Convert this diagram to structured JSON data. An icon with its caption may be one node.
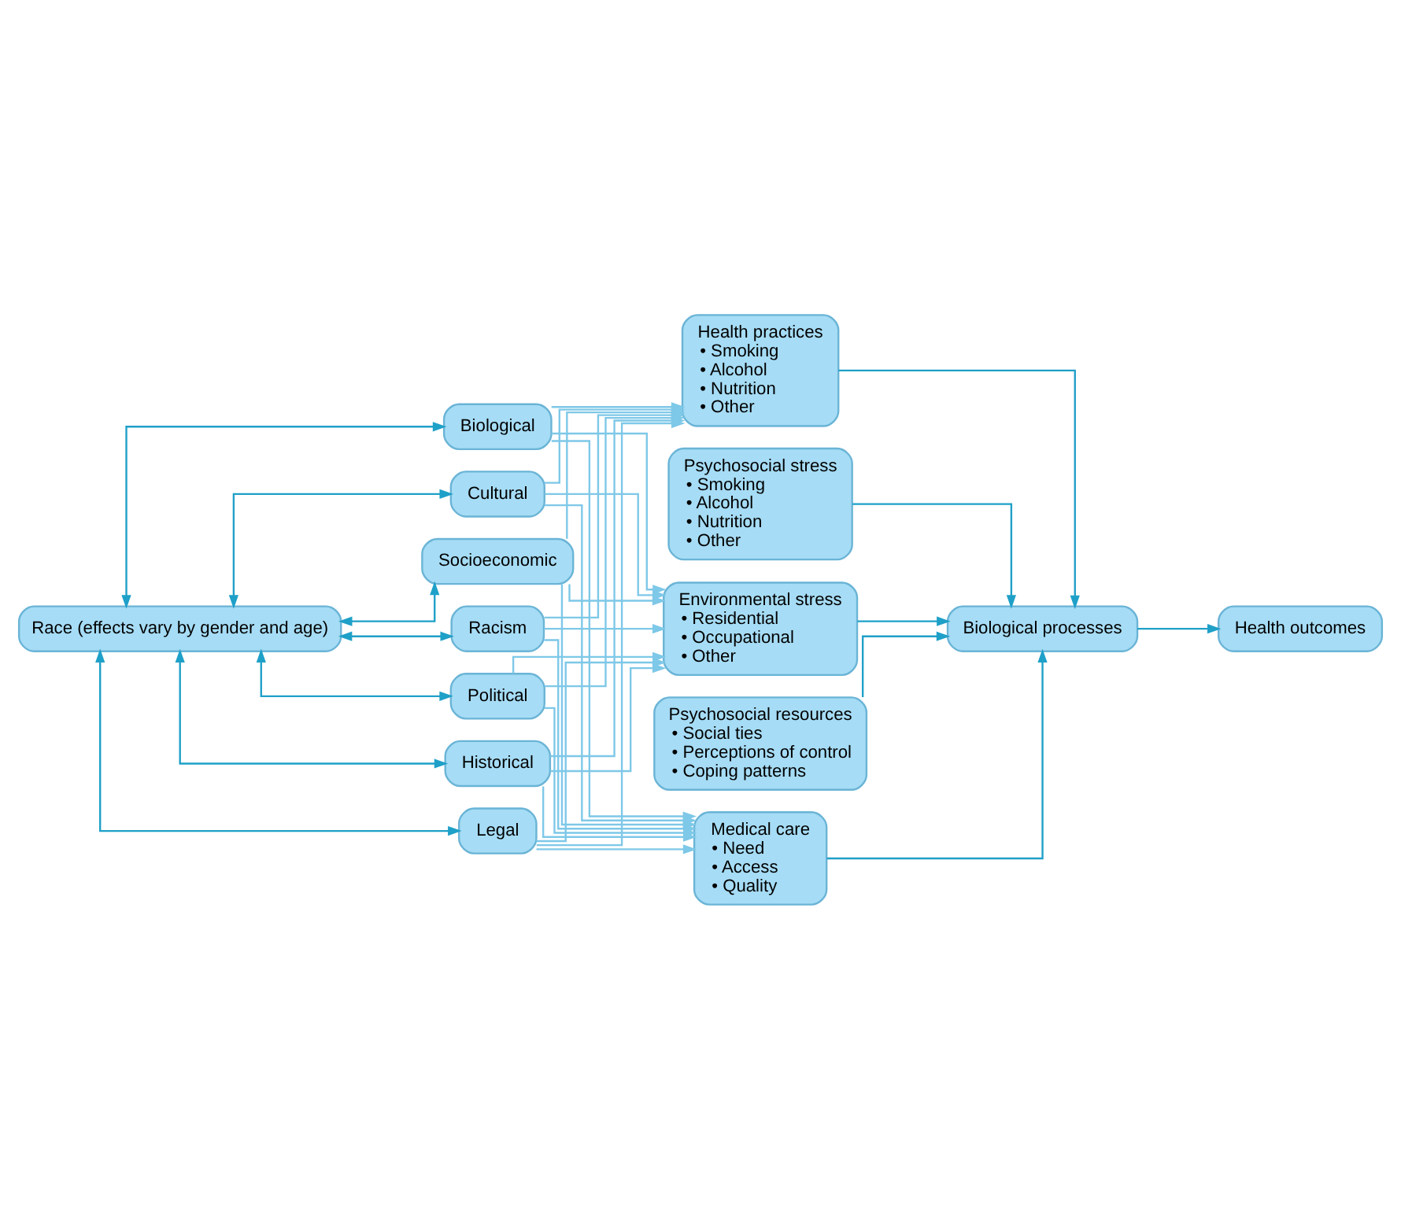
{
  "diagram": {
    "nodes": [
      {
        "text": [
          "Race (effects vary by gender and age)"
        ]
      },
      {
        "text": [
          "Biological"
        ]
      },
      {
        "text": [
          "Cultural"
        ]
      },
      {
        "text": [
          "Socioeconomic"
        ]
      },
      {
        "text": [
          "Racism"
        ]
      },
      {
        "text": [
          "Political"
        ]
      },
      {
        "text": [
          "Historical"
        ]
      },
      {
        "text": [
          "Legal"
        ]
      },
      {
        "text": [
          "Health practices",
          "• Smoking",
          "• Alcohol",
          "• Nutrition",
          "• Other"
        ]
      },
      {
        "text": [
          "Psychosocial stress",
          "• Smoking",
          "• Alcohol",
          "• Nutrition",
          "• Other"
        ]
      },
      {
        "text": [
          "Environmental stress",
          "• Residential",
          "• Occupational",
          "• Other"
        ]
      },
      {
        "text": [
          "Psychosocial resources",
          "• Social ties",
          "• Perceptions of control",
          "• Coping patterns"
        ]
      },
      {
        "text": [
          "Medical care",
          "• Need",
          "• Access",
          "• Quality"
        ]
      },
      {
        "text": [
          "Biological processes"
        ]
      },
      {
        "text": [
          "Health outcomes"
        ]
      }
    ],
    "edges": [
      {
        "from": 0,
        "to": 1,
        "arrow": "both",
        "color": "#1fa0c8"
      },
      {
        "from": 0,
        "to": 2,
        "arrow": "both",
        "color": "#1fa0c8"
      },
      {
        "from": 0,
        "to": 3,
        "arrow": "both",
        "color": "#1fa0c8"
      },
      {
        "from": 0,
        "to": 4,
        "arrow": "both",
        "color": "#1fa0c8"
      },
      {
        "from": 0,
        "to": 5,
        "arrow": "both",
        "color": "#1fa0c8"
      },
      {
        "from": 0,
        "to": 6,
        "arrow": "both",
        "color": "#1fa0c8"
      },
      {
        "from": 0,
        "to": 7,
        "arrow": "both",
        "color": "#1fa0c8"
      },
      {
        "from": 1,
        "to": 8,
        "arrow": "to"
      },
      {
        "from": 1,
        "to": 10,
        "arrow": "to"
      },
      {
        "from": 1,
        "to": 12,
        "arrow": "to"
      },
      {
        "from": 2,
        "to": 8,
        "arrow": "to"
      },
      {
        "from": 2,
        "to": 10,
        "arrow": "to"
      },
      {
        "from": 2,
        "to": 12,
        "arrow": "to"
      },
      {
        "from": 3,
        "to": 8,
        "arrow": "to"
      },
      {
        "from": 3,
        "to": 10,
        "arrow": "to"
      },
      {
        "from": 3,
        "to": 12,
        "arrow": "to"
      },
      {
        "from": 4,
        "to": 8,
        "arrow": "to"
      },
      {
        "from": 4,
        "to": 10,
        "arrow": "to"
      },
      {
        "from": 4,
        "to": 12,
        "arrow": "to"
      },
      {
        "from": 5,
        "to": 8,
        "arrow": "to"
      },
      {
        "from": 5,
        "to": 10,
        "arrow": "to"
      },
      {
        "from": 5,
        "to": 12,
        "arrow": "to"
      },
      {
        "from": 6,
        "to": 8,
        "arrow": "to"
      },
      {
        "from": 6,
        "to": 10,
        "arrow": "to"
      },
      {
        "from": 6,
        "to": 12,
        "arrow": "to"
      },
      {
        "from": 7,
        "to": 8,
        "arrow": "to"
      },
      {
        "from": 7,
        "to": 10,
        "arrow": "to"
      },
      {
        "from": 7,
        "to": 12,
        "arrow": "to"
      },
      {
        "from": 8,
        "to": 13,
        "arrow": "to",
        "color": "#1fa0c8"
      },
      {
        "from": 9,
        "to": 13,
        "arrow": "to",
        "color": "#1fa0c8"
      },
      {
        "from": 10,
        "to": 13,
        "arrow": "to",
        "color": "#1fa0c8"
      },
      {
        "from": 11,
        "to": 13,
        "arrow": "to",
        "color": "#1fa0c8"
      },
      {
        "from": 12,
        "to": 13,
        "arrow": "to",
        "color": "#1fa0c8"
      },
      {
        "from": 13,
        "to": 14,
        "arrow": "to",
        "color": "#1fa0c8"
      }
    ]
  }
}
